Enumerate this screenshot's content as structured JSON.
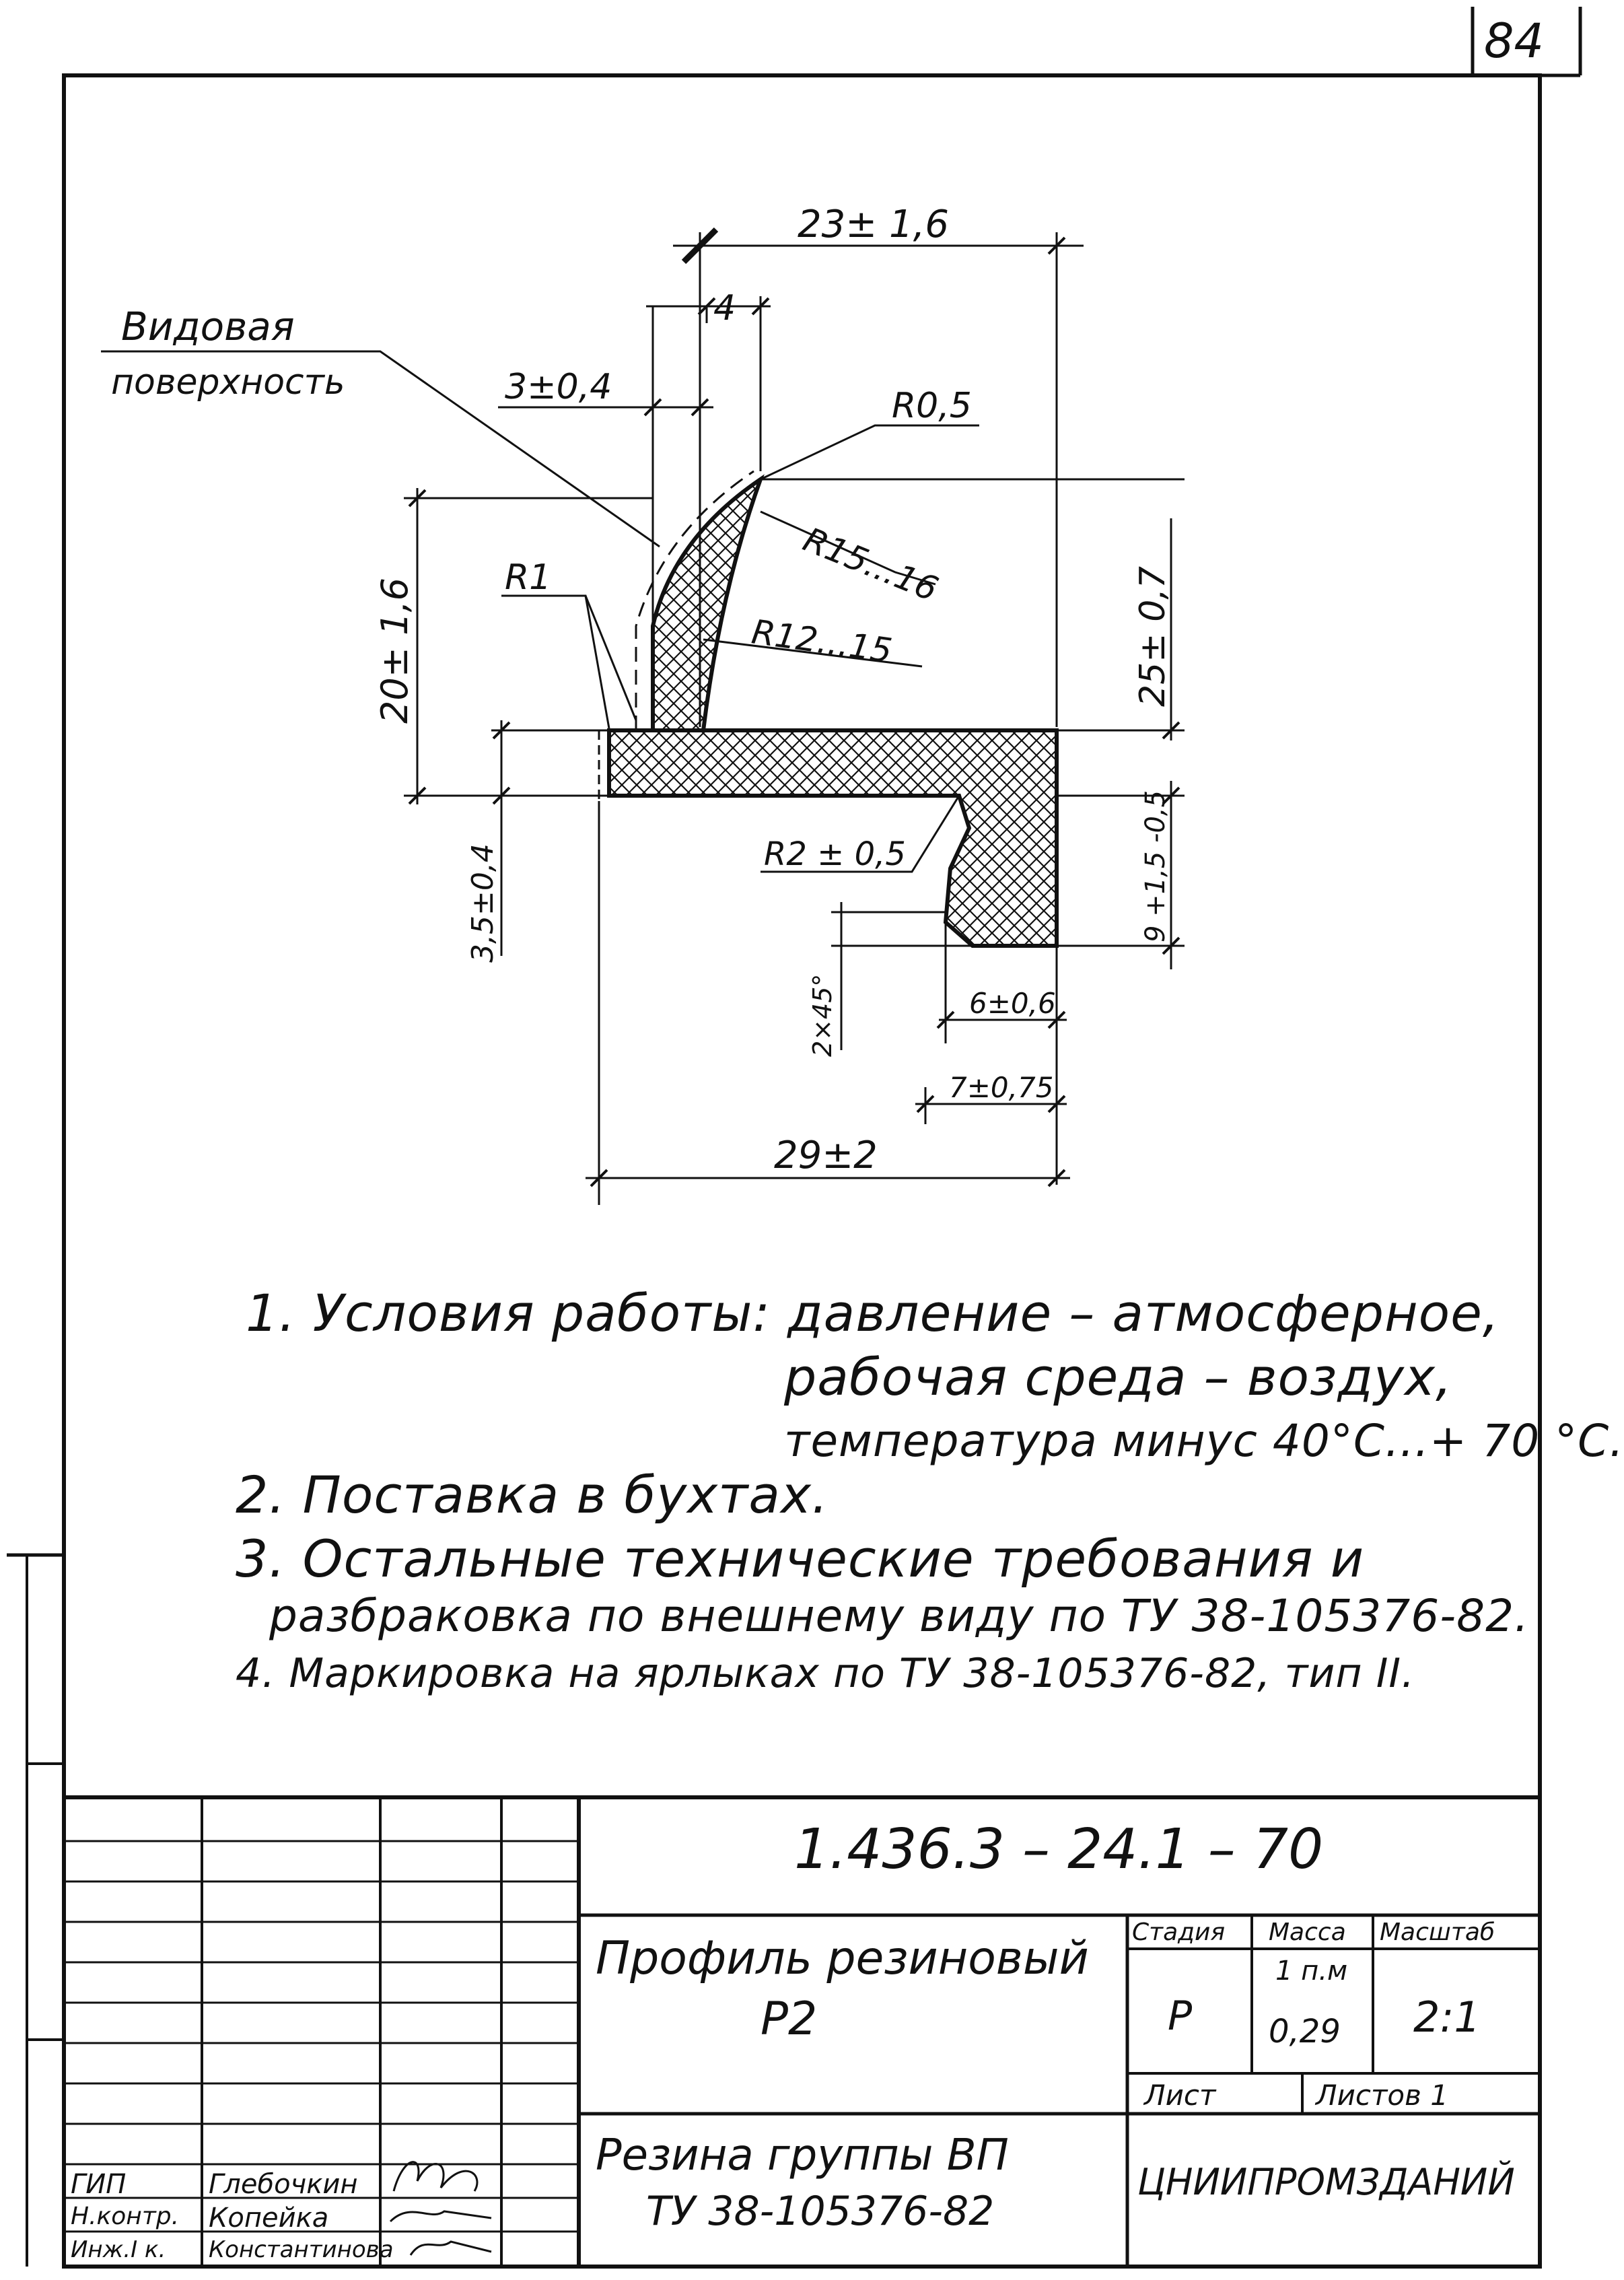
{
  "sheet": {
    "page_number": "84"
  },
  "drawing": {
    "labels": {
      "visible_surface_line1": "Видовая",
      "visible_surface_line2": "поверхность",
      "dim_top_width": "23± 1,6",
      "dim_lip": "4",
      "dim_lip_thickness": "3±0,4",
      "radius_tip": "R0,5",
      "radius_outer": "R15...16",
      "radius_inner": "R12...15",
      "radius_corner": "R1",
      "dim_height_left": "20± 1,6",
      "dim_height_right": "25± 0,7",
      "dim_base_thickness": "3,5±0,4",
      "radius_step": "R2 ± 0,5",
      "dim_foot_height": "9 +1,5 -0,5",
      "dim_chamfer": "2×45°",
      "dim_foot_width_6": "6±0,6",
      "dim_foot_width_7": "7±0,75",
      "dim_total_width": "29±2"
    }
  },
  "notes": [
    "1. Условия работы: давление – атмосферное,",
    "рабочая среда – воздух,",
    "температура минус 40°С...+ 70 °С.",
    "2. Поставка в бухтах.",
    "3. Остальные технические требования и",
    "разбраковка по внешнему виду по ТУ 38-105376-82.",
    "4. Маркировка на ярлыках по ТУ 38-105376-82, тип II."
  ],
  "title_block": {
    "document_code": "1.436.3 – 24.1 – 70",
    "product_name_line1": "Профиль резиновый",
    "product_name_line2": "Р2",
    "material_line1": "Резина группы ВП",
    "material_line2": "ТУ 38-105376-82",
    "stage_header": "Стадия",
    "mass_header": "Масса",
    "scale_header": "Масштаб",
    "stage_value": "Р",
    "mass_unit": "1 п.м",
    "mass_value": "0,29",
    "scale_value": "2:1",
    "sheet_label": "Лист",
    "sheets_label": "Листов 1",
    "organization": "ЦНИИПРОМЗДАНИЙ",
    "signatures": [
      {
        "role": "ГИП",
        "name": "Глебочкин"
      },
      {
        "role": "Н.контр.",
        "name": "Копейка"
      },
      {
        "role": "Инж.I к.",
        "name": "Константинова"
      }
    ]
  }
}
